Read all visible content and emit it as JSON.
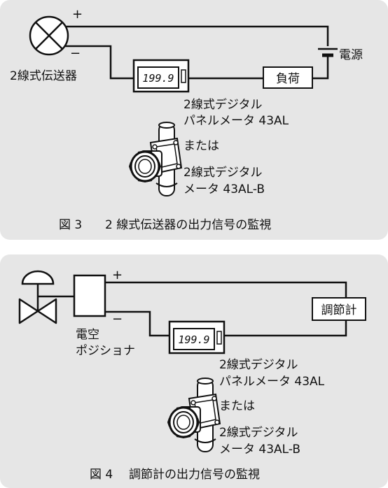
{
  "colors": {
    "panel_bg": "#e6e6e6",
    "line": "#111111",
    "box_fill": "#ffffff"
  },
  "figure3": {
    "plus": "+",
    "minus": "−",
    "transmitter_label": "2線式伝送器",
    "meter_display": "199.9",
    "load_label": "負荷",
    "power_label": "電源",
    "panel_meter_line1": "2線式デジタル",
    "panel_meter_line2": "パネルメータ 43AL",
    "or_label": "または",
    "field_meter_line1": "2線式デジタル",
    "field_meter_line2": "メータ 43AL-B",
    "caption_number": "図 3",
    "caption_text": "2 線式伝送器の出力信号の監視"
  },
  "figure4": {
    "plus": "+",
    "minus": "−",
    "positioner_line1": "電空",
    "positioner_line2": "ポジショナ",
    "controller_label": "調節計",
    "meter_display": "199.9",
    "panel_meter_line1": "2線式デジタル",
    "panel_meter_line2": "パネルメータ 43AL",
    "or_label": "または",
    "field_meter_line1": "2線式デジタル",
    "field_meter_line2": "メータ 43AL-B",
    "caption_number": "図 4",
    "caption_text": "調節計の出力信号の監視"
  }
}
